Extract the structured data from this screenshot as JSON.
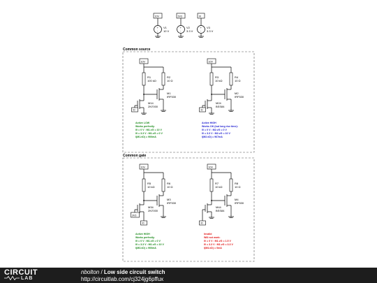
{
  "sources": [
    {
      "net": "10V",
      "ref": "V1",
      "value": "10 V"
    },
    {
      "net": "3V3",
      "ref": "V2",
      "value": "3.3 V"
    },
    {
      "net": "I0",
      "ref": "V3",
      "value": "3.3 V"
    }
  ],
  "sections": {
    "common_source": "Common source",
    "common_gate": "Common gate"
  },
  "cs_left": {
    "supply": "10V",
    "r1_ref": "R1",
    "r1_val": "100 kΩ",
    "r2_ref": "R2",
    "r2_val": "10 Ω",
    "m1_ref": "M1",
    "m1_val": "IRF530",
    "q_ref": "M14",
    "q_val": "2N7000",
    "input": "I0",
    "notes": [
      "Active LOW",
      "Works perfectly.",
      "I0 = 0 V : M1.vG = 10 V",
      "I0 = 3.3 V : M1.vG = 0 V",
      "I(M1.vD) = 900mA"
    ]
  },
  "cs_right": {
    "supply": "10V",
    "r1_ref": "R3",
    "r1_val": "10 kΩ",
    "r2_ref": "R4",
    "r2_val": "10 Ω",
    "m1_ref": "M2",
    "m1_val": "IRF530",
    "q_ref": "M24",
    "q_val": "BSS84",
    "input": "I0",
    "notes": [
      "Active HIGH",
      "Works OK (but long rise time):",
      "I0 = 0 V : M2.vG = 0 V",
      "I0 = 3.3 V : M2.vG = 10 V",
      "I(M2.vD) = 967mA"
    ]
  },
  "cg_left": {
    "supply": "10V",
    "r1_ref": "R5",
    "r1_val": "10 kΩ",
    "r2_ref": "R6",
    "r2_val": "10 Ω",
    "m1_ref": "M3",
    "m1_val": "IRF530",
    "q_ref": "M34",
    "q_val": "2N7000",
    "gate_net": "3V3",
    "input": "I0",
    "notes": [
      "Active HIGH",
      "Works perfectly.",
      "I0 = 0 V : M1.vG = 0 V",
      "I0 = 3.3 V : M1.vG = 10 V",
      "I(M3.vD) = 900mA"
    ]
  },
  "cg_right": {
    "supply": "10V",
    "r1_ref": "R7",
    "r1_val": "10 kΩ",
    "r2_ref": "R8",
    "r2_val": "10 Ω",
    "m1_ref": "M4",
    "m1_val": "IRF530",
    "q_ref": "M44",
    "q_val": "BSS84",
    "input": "I0",
    "notes": [
      "Invalid",
      "Will not work:",
      "I0 = 0 V : M1.vG = 1.5 V",
      "I0 = 3.3 V : M1.vG = 3.3 V",
      "I(M4.vD) = 0mA"
    ]
  },
  "colors": {
    "active_low": "#1a8a1a",
    "active_high_ok": "#1a1ad0",
    "works": "#1a8a1a",
    "invalid": "#e01010"
  },
  "footer": {
    "logo_top": "CIRCUIT",
    "logo_bottom": "LAB",
    "author": "nbolton",
    "separator": " / ",
    "title": "Low side circuit switch",
    "url": "http://circuitlab.com/cj324jg6pffux"
  }
}
